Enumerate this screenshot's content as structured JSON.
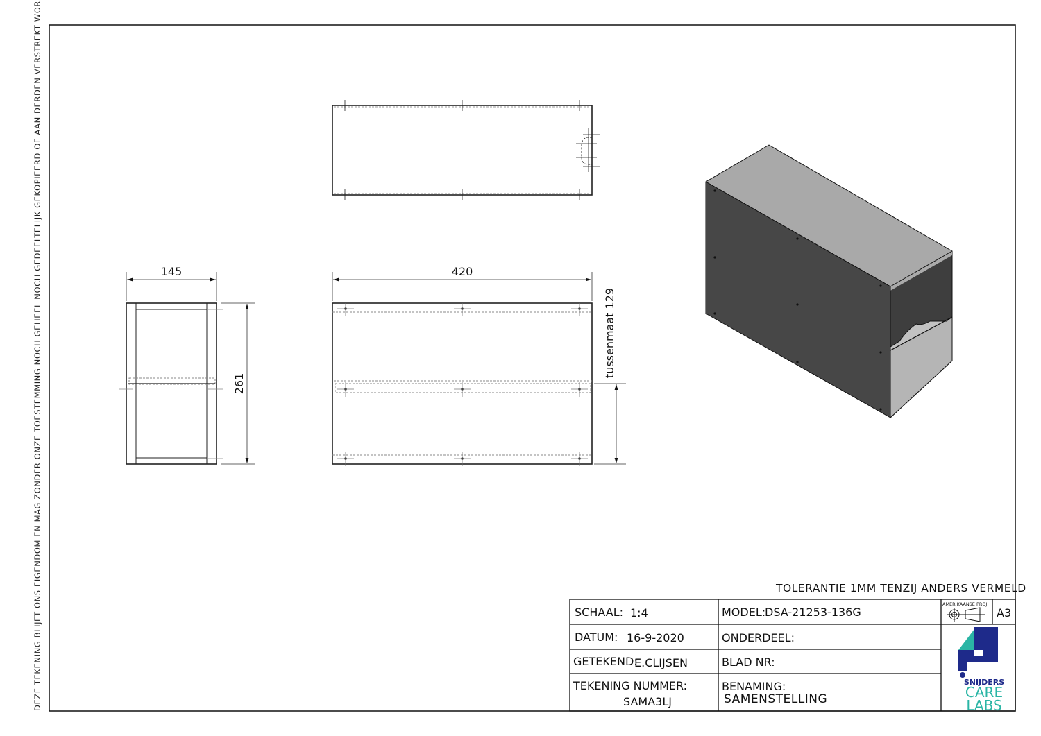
{
  "disclaimer": "DEZE TEKENING BLIJFT ONS EIGENDOM EN MAG ZONDER ONZE TOESTEMMING NOCH GEHEEL NOCH GEDEELTELIJK GEKOPIEERD OF AAN DERDEN VERSTREKT WORDEN.",
  "dimensions": {
    "depth": "145",
    "height": "261",
    "width": "420",
    "inner": "tussenmaat 129"
  },
  "tolerance": "TOLERANTIE 1MM TENZIJ ANDERS VERMELD",
  "title_block": {
    "scale_label": "SCHAAL:",
    "scale": "1:4",
    "date_label": "DATUM:",
    "date": "16-9-2020",
    "drawn_label": "GETEKEND:",
    "drawn": "E.CLIJSEN",
    "number_label": "TEKENING NUMMER:",
    "number": "SAMA3LJ",
    "model_label": "MODEL:",
    "model": "DSA-21253-136G",
    "part_label": "ONDERDEEL:",
    "sheet_label": "BLAD NR:",
    "name_label": "BENAMING:",
    "name": "SAMENSTELLING",
    "projection": "AMERIKAANSE PROJ.",
    "format": "A3"
  },
  "logo": {
    "line1": "SNIJDERS",
    "line2": "CARE",
    "line3": "LABS",
    "navy": "#1e2a8a",
    "teal": "#2ab5a5"
  }
}
